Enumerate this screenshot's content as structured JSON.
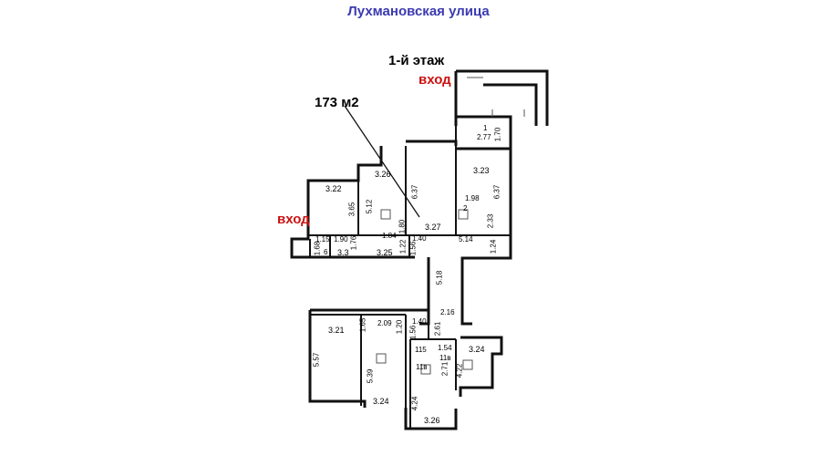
{
  "title": "Лухмановская улица",
  "floor_label": "1-й этаж",
  "area_label": "173 м2",
  "entrances": [
    "вход",
    "вход"
  ],
  "colors": {
    "title": "#3a3ab0",
    "entrance": "#cc1111",
    "wall": "#111111",
    "text": "#000000"
  },
  "rooms": {
    "r322": "3.22",
    "r326": "3.26",
    "r323": "3.23",
    "r327": "3.27",
    "r321": "3.21",
    "r324a": "3.24",
    "r324b": "3.24",
    "r326b": "3.26",
    "r325": "3.25",
    "r33": "3.3"
  },
  "dims": {
    "d277": "2.77",
    "d170": "1.70",
    "d637a": "6.37",
    "d637b": "6.37",
    "d198": "1.98",
    "d233": "2.33",
    "d365": "3.65",
    "d512": "5.12",
    "d180": "1.80",
    "d184": "1.84",
    "d122": "1.22",
    "d176": "1.76",
    "d190": "1.90",
    "d115": "1.15",
    "d168": "1.68",
    "d6": "6",
    "d140a": "1.40",
    "d156a": "1.56",
    "d514": "5.14",
    "d124": "1.24",
    "d518": "5.18",
    "d216": "2.16",
    "d261": "2.61",
    "d140b": "1.40",
    "d156b": "1.56",
    "d209": "2.09",
    "d165": "1.65",
    "d120": "1.20",
    "d557": "5.57",
    "d539": "5.39",
    "d154": "1.54",
    "d118a": "11в",
    "d118b": "11в",
    "d115b": "115",
    "d271": "2.71",
    "d422": "4.22",
    "d424": "4.24",
    "d2": "2",
    "d1": "1"
  }
}
